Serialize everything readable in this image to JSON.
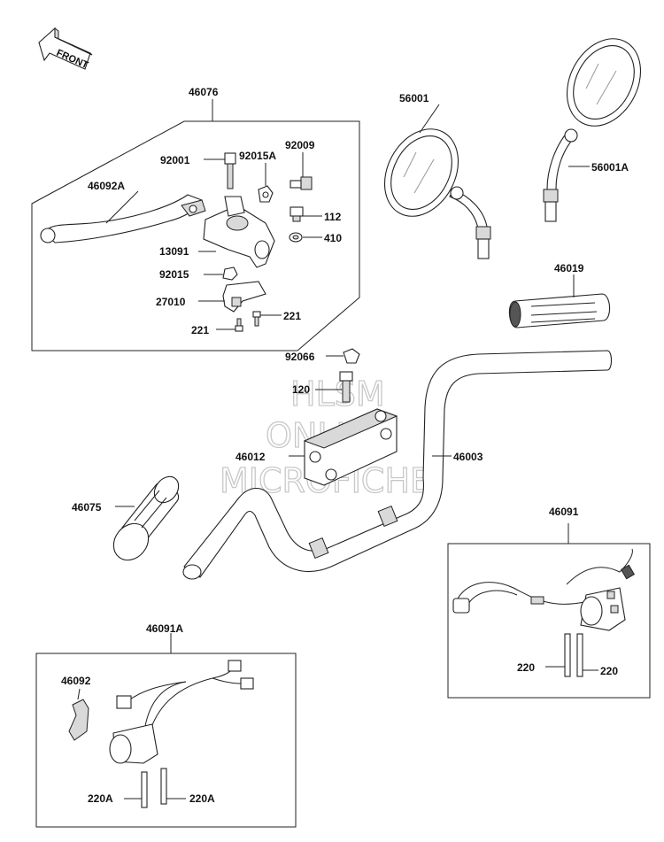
{
  "front_label": "FRONT",
  "watermark": [
    "HLSM",
    "ONLINE",
    "MICROFICHE"
  ],
  "parts": [
    {
      "id": "p1",
      "label": "46076"
    },
    {
      "id": "p2",
      "label": "92001"
    },
    {
      "id": "p3",
      "label": "92015A"
    },
    {
      "id": "p4",
      "label": "92009"
    },
    {
      "id": "p5",
      "label": "46092A"
    },
    {
      "id": "p6",
      "label": "112"
    },
    {
      "id": "p7",
      "label": "13091"
    },
    {
      "id": "p8",
      "label": "410"
    },
    {
      "id": "p9",
      "label": "92015"
    },
    {
      "id": "p10",
      "label": "27010"
    },
    {
      "id": "p11",
      "label": "221"
    },
    {
      "id": "p12",
      "label": "221"
    },
    {
      "id": "p13",
      "label": "56001"
    },
    {
      "id": "p14",
      "label": "56001A"
    },
    {
      "id": "p15",
      "label": "46019"
    },
    {
      "id": "p16",
      "label": "92066"
    },
    {
      "id": "p17",
      "label": "120"
    },
    {
      "id": "p18",
      "label": "46012"
    },
    {
      "id": "p19",
      "label": "46003"
    },
    {
      "id": "p20",
      "label": "46075"
    },
    {
      "id": "p21",
      "label": "46091"
    },
    {
      "id": "p22",
      "label": "220"
    },
    {
      "id": "p23",
      "label": "220"
    },
    {
      "id": "p24",
      "label": "46091A"
    },
    {
      "id": "p25",
      "label": "46092"
    },
    {
      "id": "p26",
      "label": "220A"
    },
    {
      "id": "p27",
      "label": "220A"
    }
  ]
}
